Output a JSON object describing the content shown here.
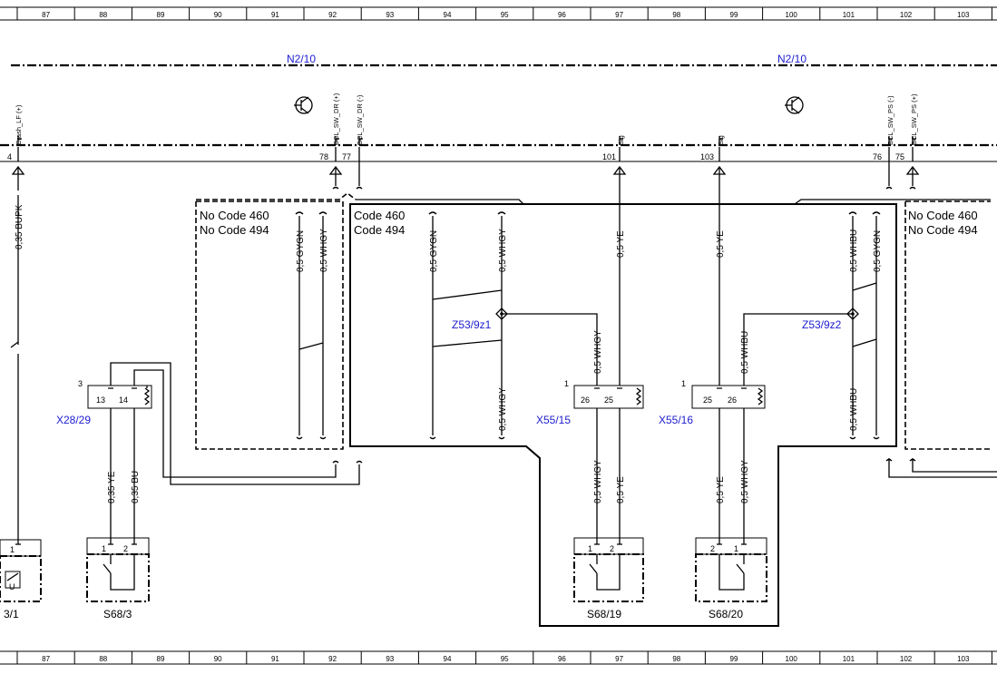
{
  "ruler": {
    "columns": [
      "87",
      "88",
      "89",
      "90",
      "91",
      "92",
      "93",
      "94",
      "95",
      "96",
      "97",
      "98",
      "99",
      "100",
      "101",
      "102",
      "103"
    ]
  },
  "modules": [
    {
      "name": "N2/10"
    },
    {
      "name": "N2/10"
    }
  ],
  "pins": {
    "p4": "4",
    "p78": "78",
    "p77": "77",
    "p101": "101",
    "p103": "103",
    "p76": "76",
    "p75": "75"
  },
  "signals": {
    "crash": "Crash_LF (+)",
    "bcl_dr_pos": "BCL_SW_DR (+)",
    "bcl_dr_neg": "BCL_SW_DR (-)",
    "sig1": "Sig",
    "sig2": "Sig",
    "bcl_ps_neg": "BCL_SW_PS (-)",
    "bcl_ps_pos": "BCL_SW_PS (+)"
  },
  "codes": {
    "left": [
      "No Code 460",
      "No Code 494"
    ],
    "mid": [
      "Code 460",
      "Code 494"
    ],
    "right": [
      "No Code 460",
      "No Code 494"
    ]
  },
  "wires": {
    "bupk": "0,35 BUPK",
    "gygn_l": "0,5 GYGN",
    "whgy_l": "0,5 WHGY",
    "gygn_m": "0,5 GYGN",
    "whgy_m": "0,5 WHGY",
    "ye_97": "0,5 YE",
    "ye_99": "0,5 YE",
    "whbu_r": "0,5 WHBU",
    "gygn_r": "0,5 GYGN",
    "whgy_x55": "0,5 WHGY",
    "whbu_x55": "0,5 WHBU",
    "whgy_low_m": "0,5 WHGY",
    "whbu_low_r": "0,5 WHBU",
    "ye_s683": "0,35 YE",
    "bu_s683": "0,35 BU",
    "whgy_s6819": "0,5 WHGY",
    "ye_s6819": "0,5 YE",
    "ye_s6820": "0,5 YE",
    "whgy_s6820": "0,5 WHGY"
  },
  "splices": {
    "z1": "Z53/9z1",
    "z2": "Z53/9z2"
  },
  "connectors": {
    "x28": {
      "name": "X28/29",
      "idx": "3",
      "pins": [
        "13",
        "14"
      ]
    },
    "x55_15": {
      "name": "X55/15",
      "idx": "1",
      "pins": [
        "26",
        "25"
      ]
    },
    "x55_16": {
      "name": "X55/16",
      "idx": "1",
      "pins": [
        "25",
        "26"
      ]
    }
  },
  "components": {
    "left": {
      "name": "3/1",
      "pin": "1",
      "glyph": "U"
    },
    "s68_3": {
      "name": "S68/3",
      "pins": [
        "1",
        "2"
      ]
    },
    "s68_19": {
      "name": "S68/19",
      "pins": [
        "1",
        "2"
      ]
    },
    "s68_20": {
      "name": "S68/20",
      "pins": [
        "2",
        "1"
      ]
    }
  }
}
